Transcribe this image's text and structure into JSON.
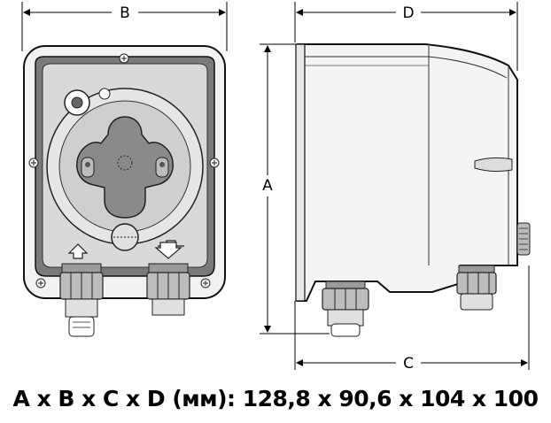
{
  "dimensions": {
    "label_a": "A",
    "label_b": "B",
    "label_c": "C",
    "label_d": "D"
  },
  "caption": "A x B x C x D (мм): 128,8 x 90,6 x 104 x 100"
}
